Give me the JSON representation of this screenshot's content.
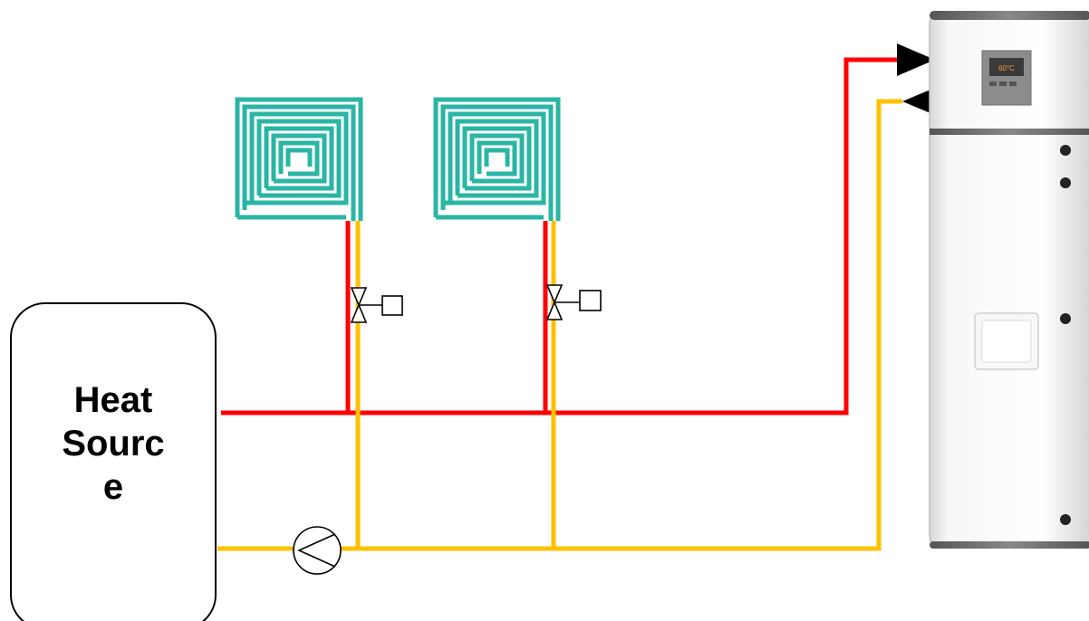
{
  "heat_source": {
    "label": "Heat\nSourc\ne"
  },
  "colors": {
    "flow": "#ff0000",
    "return": "#ffc000",
    "floor_coil": "#2ab5a5",
    "outline": "#000000",
    "tank_body": "#f2f2f2"
  },
  "components": {
    "floor_heating_loops": 2,
    "zone_valves": 2,
    "circulation_pump": 1,
    "storage_tank": 1
  },
  "tank": {
    "display_text": "60°C"
  }
}
